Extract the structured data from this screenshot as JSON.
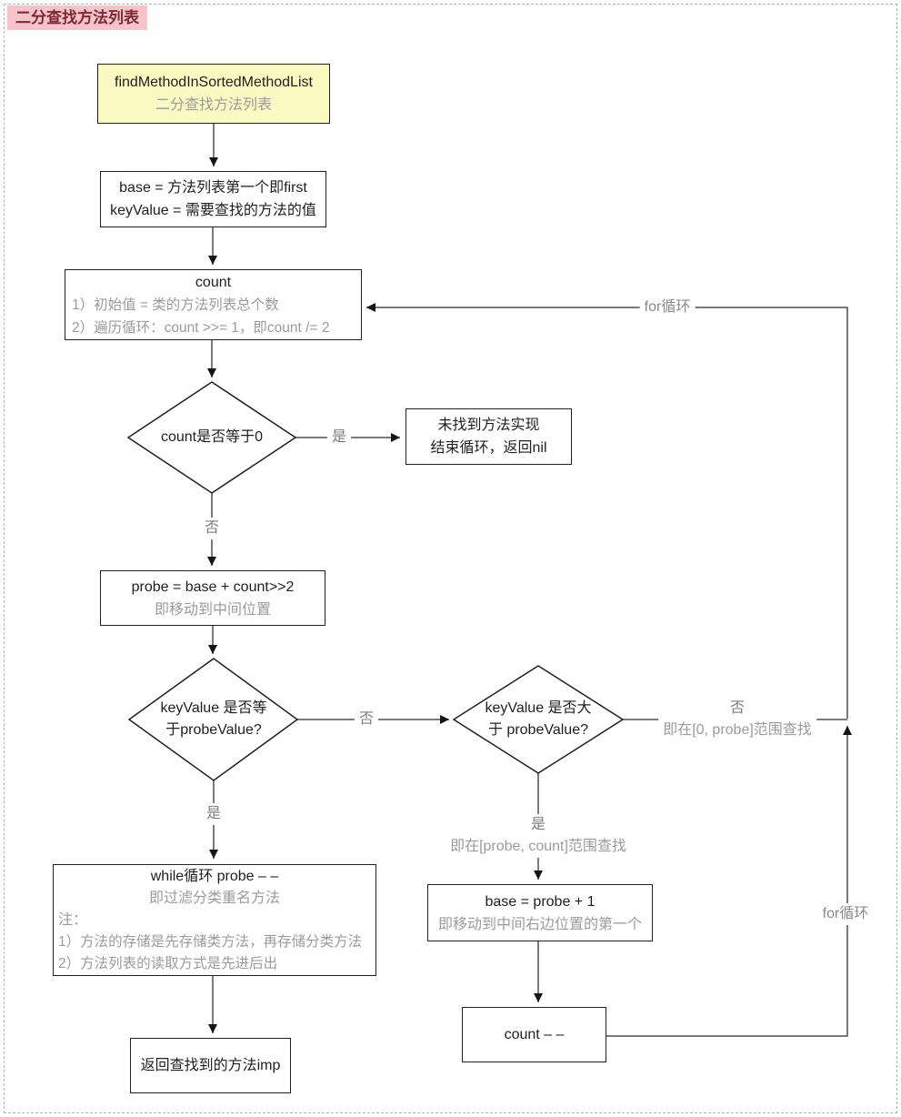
{
  "page": {
    "title_label": "二分查找方法列表"
  },
  "colors": {
    "title_bg": "#f5c3c9",
    "title_text": "#7d2a33",
    "start_node_bg": "#fafac2",
    "node_border": "#1f1f1f",
    "connector": "#4f4f4f",
    "gray_text": "#9b9b9b"
  },
  "nodes": {
    "start": {
      "title": "findMethodInSortedMethodList",
      "subtitle": "二分查找方法列表"
    },
    "init": {
      "line1": "base = 方法列表第一个即first",
      "line2": "keyValue = 需要查找的方法的值"
    },
    "count": {
      "title": "count",
      "item1": "1）初始值 = 类的方法列表总个数",
      "item2": "2）遍历循环：count >>= 1，即count /= 2"
    },
    "decision_count_zero": {
      "text": "count是否等于0"
    },
    "not_found": {
      "line1": "未找到方法实现",
      "line2": "结束循环，返回nil"
    },
    "probe": {
      "line1": "probe = base + count>>2",
      "line2": "即移动到中间位置"
    },
    "decision_equal": {
      "line1": "keyValue 是否等",
      "line2": "于probeValue?"
    },
    "decision_greater": {
      "line1": "keyValue 是否大",
      "line2": "于 probeValue?"
    },
    "while_filter": {
      "line1": "while循环 probe – –",
      "line2": "即过滤分类重名方法",
      "note_title": "注：",
      "note1": "1）方法的存储是先存储类方法，再存储分类方法",
      "note2": "2）方法列表的读取方式是先进后出"
    },
    "return_imp": {
      "text": "返回查找到的方法imp"
    },
    "base_probe": {
      "line1": "base = probe + 1",
      "line2": "即移动到中间右边位置的第一个"
    },
    "count_decrement": {
      "text": "count – –"
    }
  },
  "edges": {
    "count_zero_yes": "是",
    "count_zero_no": "否",
    "equal_no": "否",
    "equal_yes": "是",
    "greater_no": "否",
    "greater_no_note": "即在[0, probe]范围查找",
    "greater_yes": "是",
    "greater_yes_note": "即在[probe, count]范围查找",
    "for_loop_top": "for循环",
    "for_loop_right": "for循环"
  }
}
